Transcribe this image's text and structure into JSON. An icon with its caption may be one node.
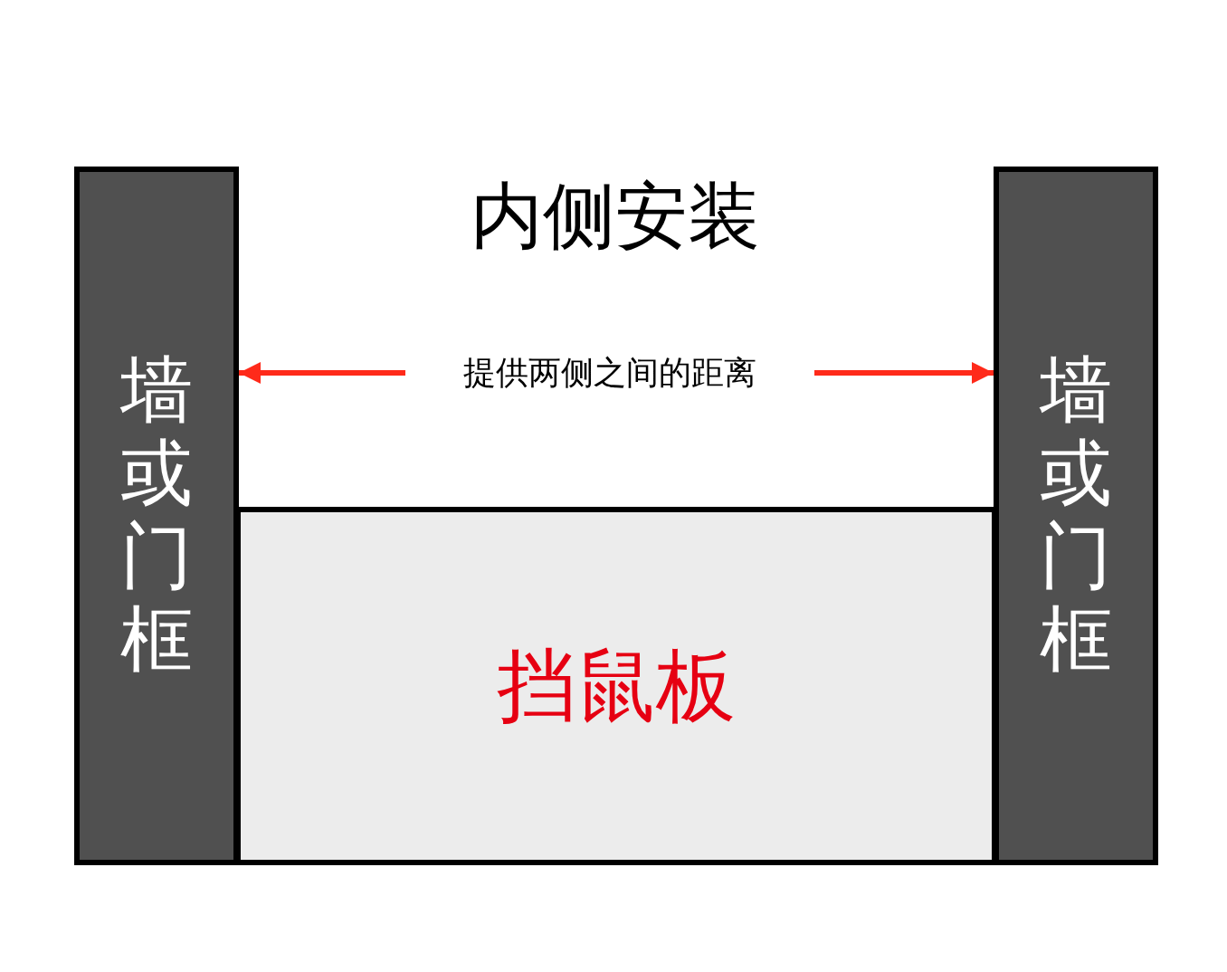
{
  "diagram": {
    "title": "内侧安装",
    "nodes": [
      {
        "text": [
          "墙或门框"
        ]
      },
      {
        "text": [
          "提供两侧之间的距离"
        ]
      },
      {
        "text": [
          "墙或门框"
        ]
      },
      {
        "text": [
          "挡鼠板"
        ]
      }
    ],
    "edges": [
      {
        "from": 1,
        "to": 0,
        "arrow": "to",
        "color": "#ff2a1a"
      },
      {
        "from": 1,
        "to": 2,
        "arrow": "to",
        "color": "#ff2a1a"
      }
    ]
  }
}
